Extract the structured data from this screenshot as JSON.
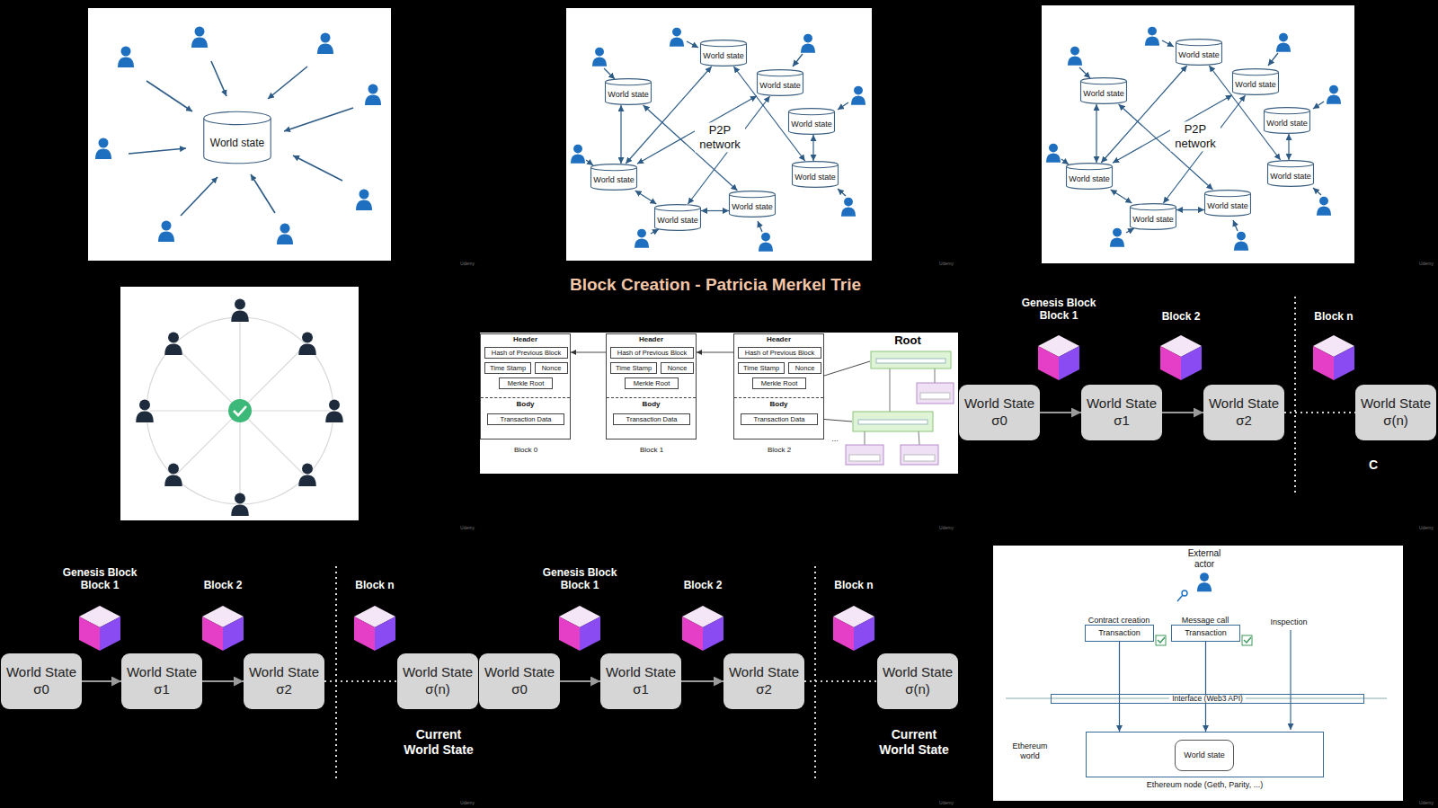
{
  "diagram": {
    "title": "Block Creation - Patricia Merkel Trie",
    "nodes": [
      {
        "text": [
          "World state"
        ]
      },
      {
        "text": [
          "World state"
        ]
      },
      {
        "text": [
          "World state"
        ]
      },
      {
        "text": [
          "World state"
        ]
      },
      {
        "text": [
          "World state"
        ]
      },
      {
        "text": [
          "World state"
        ]
      },
      {
        "text": [
          "World state"
        ]
      },
      {
        "text": [
          "World state"
        ]
      },
      {
        "text": [
          "World state"
        ]
      },
      {
        "text": [
          "World state"
        ]
      },
      {
        "text": [
          "World state"
        ]
      },
      {
        "text": [
          "World state"
        ]
      },
      {
        "text": [
          "World state"
        ]
      },
      {
        "text": [
          "World state"
        ]
      },
      {
        "text": [
          "World state"
        ]
      },
      {
        "text": [
          "World state"
        ]
      },
      {
        "text": [
          "World state"
        ]
      },
      {
        "text": [
          "Header",
          "Body"
        ]
      },
      {
        "text": [
          "Hash of Previous Block"
        ],
        "in": 17
      },
      {
        "text": [
          "Time Stamp"
        ],
        "in": 17
      },
      {
        "text": [
          "Nonce"
        ],
        "in": 17
      },
      {
        "text": [
          "Merkle Root"
        ],
        "in": 17
      },
      {
        "text": [
          "Transaction Data"
        ],
        "in": 17
      },
      {
        "text": [
          "Header",
          "Body"
        ]
      },
      {
        "text": [
          "Hash of Previous Block"
        ],
        "in": 23
      },
      {
        "text": [
          "Time Stamp"
        ],
        "in": 23
      },
      {
        "text": [
          "Nonce"
        ],
        "in": 23
      },
      {
        "text": [
          "Merkle Root"
        ],
        "in": 23
      },
      {
        "text": [
          "Transaction Data"
        ],
        "in": 23
      },
      {
        "text": [
          "Header",
          "Body"
        ]
      },
      {
        "text": [
          "Hash of Previous Block"
        ],
        "in": 29
      },
      {
        "text": [
          "Time Stamp"
        ],
        "in": 29
      },
      {
        "text": [
          "Nonce"
        ],
        "in": 29
      },
      {
        "text": [
          "Merkle Root"
        ],
        "in": 29
      },
      {
        "text": [
          "Transaction Data"
        ],
        "in": 29
      },
      {
        "text": [
          "World State σ0"
        ]
      },
      {
        "text": [
          "World State σ1"
        ]
      },
      {
        "text": [
          "World State σ2"
        ]
      },
      {
        "text": [
          "World State σ(n)"
        ]
      },
      {
        "text": [
          "World State σ0"
        ]
      },
      {
        "text": [
          "World State σ1"
        ]
      },
      {
        "text": [
          "World State σ2"
        ]
      },
      {
        "text": [
          "World State σ(n)"
        ]
      },
      {
        "text": [
          "World State σ0"
        ]
      },
      {
        "text": [
          "World State σ1"
        ]
      },
      {
        "text": [
          "World State σ2"
        ]
      },
      {
        "text": [
          "World State σ(n)"
        ]
      },
      {
        "text": [
          "Transaction"
        ]
      },
      {
        "text": [
          "Transaction"
        ]
      },
      {
        "text": [
          "Interface (Web3 API)"
        ]
      },
      {
        "text": [
          "Ethereum node (Geth, Parity, ...)"
        ]
      },
      {
        "text": [
          "World state"
        ],
        "in": 50
      }
    ],
    "edges": [
      {
        "from": 2,
        "to": 5,
        "arrow": "both"
      },
      {
        "from": 1,
        "to": 5,
        "arrow": "both"
      },
      {
        "from": 1,
        "to": 6,
        "arrow": "both"
      },
      {
        "from": 3,
        "to": 7,
        "arrow": "both"
      },
      {
        "from": 3,
        "to": 5,
        "arrow": "both"
      },
      {
        "from": 2,
        "to": 8,
        "arrow": "both"
      },
      {
        "from": 5,
        "to": 7,
        "arrow": "both"
      },
      {
        "from": 7,
        "to": 8,
        "arrow": "both"
      },
      {
        "from": 4,
        "to": 6,
        "arrow": "both"
      },
      {
        "from": 10,
        "to": 13,
        "arrow": "both"
      },
      {
        "from": 9,
        "to": 13,
        "arrow": "both"
      },
      {
        "from": 9,
        "to": 14,
        "arrow": "both"
      },
      {
        "from": 11,
        "to": 15,
        "arrow": "both"
      },
      {
        "from": 11,
        "to": 13,
        "arrow": "both"
      },
      {
        "from": 10,
        "to": 16,
        "arrow": "both"
      },
      {
        "from": 13,
        "to": 15,
        "arrow": "both"
      },
      {
        "from": 15,
        "to": 16,
        "arrow": "both"
      },
      {
        "from": 12,
        "to": 14,
        "arrow": "both"
      },
      {
        "from": 24,
        "to": 17,
        "arrow": "to"
      },
      {
        "from": 30,
        "to": 23,
        "arrow": "to"
      },
      {
        "from": 35,
        "to": 36,
        "arrow": "to"
      },
      {
        "from": 36,
        "to": 37,
        "arrow": "to"
      },
      {
        "from": 37,
        "to": 38,
        "arrow": "none"
      },
      {
        "from": 39,
        "to": 40,
        "arrow": "to"
      },
      {
        "from": 40,
        "to": 41,
        "arrow": "to"
      },
      {
        "from": 41,
        "to": 42,
        "arrow": "none"
      },
      {
        "from": 43,
        "to": 44,
        "arrow": "to"
      },
      {
        "from": 44,
        "to": 45,
        "arrow": "to"
      },
      {
        "from": 45,
        "to": 46,
        "arrow": "none"
      },
      {
        "from": 47,
        "to": 50,
        "arrow": "to"
      },
      {
        "from": 48,
        "to": 50,
        "arrow": "to"
      }
    ],
    "labels": [
      "P2P network",
      "P2P network",
      "Block 0",
      "Block 1",
      "Block 2",
      "Root",
      "...",
      "Genesis Block Block 1",
      "Block 2",
      "Block n",
      "C",
      "Genesis Block Block 1",
      "Block 2",
      "Block n",
      "Current World State",
      "Genesis Block Block 1",
      "Block 2",
      "Block n",
      "Current World State",
      "External actor",
      "Contract creation",
      "Message call",
      "Inspection",
      "Ethereum world",
      "Udemy",
      "Udemy",
      "Udemy",
      "Udemy",
      "Udemy",
      "Udemy",
      "Udemy",
      "Udemy",
      "Udemy"
    ]
  }
}
